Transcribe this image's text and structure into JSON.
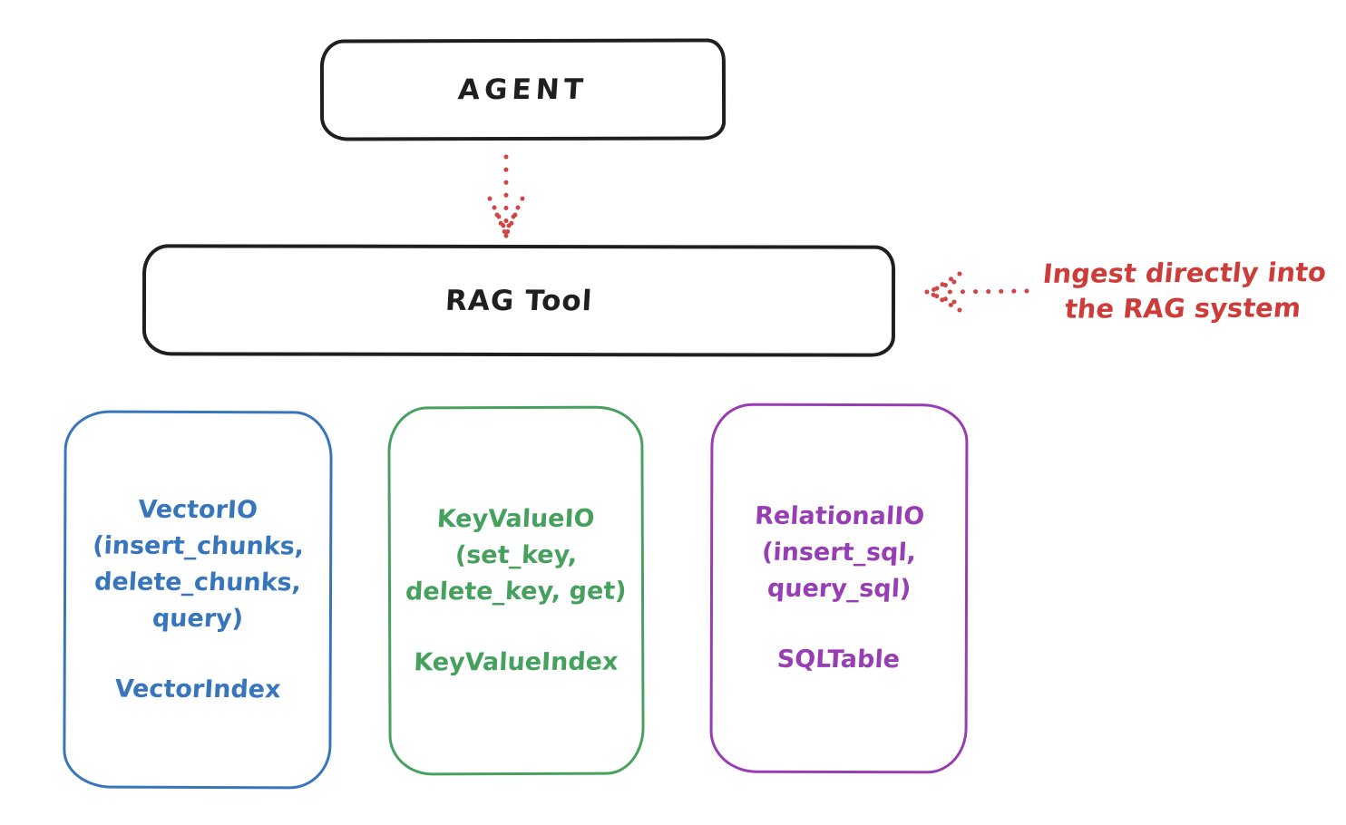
{
  "diagram": {
    "agent": {
      "label": "AGENT"
    },
    "rag_tool": {
      "label": "RAG Tool"
    },
    "annotation": {
      "line1": "Ingest directly into",
      "line2": "the RAG system"
    },
    "arrows": [
      {
        "name": "agent-to-rag-dotted-arrow",
        "style": "dotted",
        "color": "#d14545",
        "direction": "down"
      },
      {
        "name": "annotation-to-rag-dotted-arrow",
        "style": "dotted",
        "color": "#d14545",
        "direction": "left"
      }
    ],
    "backends": [
      {
        "id": "vector-io",
        "color": "#3876bc",
        "line1": "VectorIO",
        "line2": "(insert_chunks,",
        "line3": "delete_chunks,",
        "line4": "query)",
        "index_label": "VectorIndex"
      },
      {
        "id": "keyvalue-io",
        "color": "#46a05e",
        "line1": "KeyValueIO",
        "line2": "(set_key,",
        "line3": "delete_key, get)",
        "index_label": "KeyValueIndex"
      },
      {
        "id": "relational-io",
        "color": "#973eb5",
        "line1": "RelationalIO",
        "line2": "(insert_sql,",
        "line3": "query_sql)",
        "index_label": "SQLTable"
      }
    ]
  },
  "colors": {
    "stroke_black": "#1f1f1f",
    "accent_red": "#cd3c38",
    "backend_blue": "#3876bc",
    "backend_green": "#46a05e",
    "backend_purple": "#973eb5",
    "background": "#ffffff"
  }
}
